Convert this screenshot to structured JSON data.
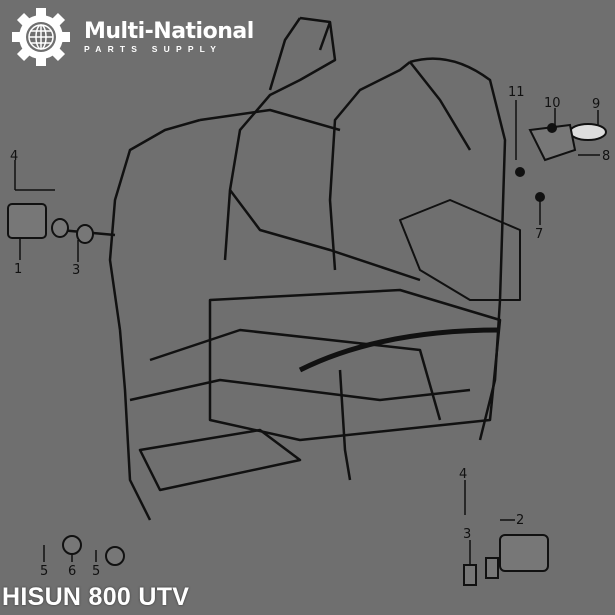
{
  "logo": {
    "name": "Multi-National",
    "tagline": "PARTS SUPPLY",
    "icon": "gear-globe-icon"
  },
  "caption": "HISUN 800 UTV",
  "callouts": [
    "4",
    "1",
    "3",
    "11",
    "10",
    "9",
    "8",
    "7",
    "4",
    "2",
    "3",
    "5",
    "6",
    "5"
  ],
  "colors": {
    "background": "#6f6f6f",
    "lines": "#111111",
    "text": "#ffffff"
  }
}
